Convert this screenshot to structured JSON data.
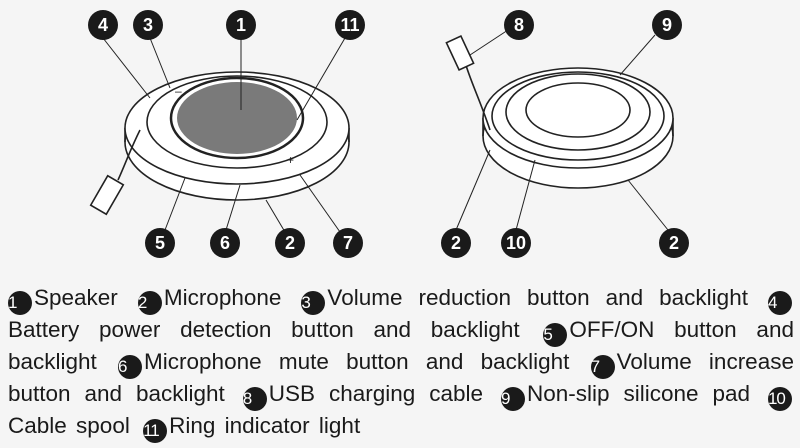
{
  "callouts_left": [
    "4",
    "3",
    "1",
    "11",
    "5",
    "6",
    "2",
    "7"
  ],
  "callouts_right": [
    "8",
    "9",
    "2",
    "10",
    "2"
  ],
  "legend": [
    {
      "num": "1",
      "label": "Speaker"
    },
    {
      "num": "2",
      "label": "Microphone"
    },
    {
      "num": "3",
      "label": "Volume reduction button and backlight"
    },
    {
      "num": "4",
      "label": "Battery power detection button and backlight"
    },
    {
      "num": "5",
      "label": "OFF/ON button and backlight"
    },
    {
      "num": "6",
      "label": "Microphone mute button and backlight"
    },
    {
      "num": "7",
      "label": "Volume increase button and backlight"
    },
    {
      "num": "8",
      "label": "USB charging cable"
    },
    {
      "num": "9",
      "label": "Non-slip silicone pad"
    },
    {
      "num": "10",
      "label": "Cable spool"
    },
    {
      "num": "11",
      "label": "Ring indicator light"
    }
  ],
  "device_marks": {
    "minus": "–",
    "plus": "+"
  }
}
